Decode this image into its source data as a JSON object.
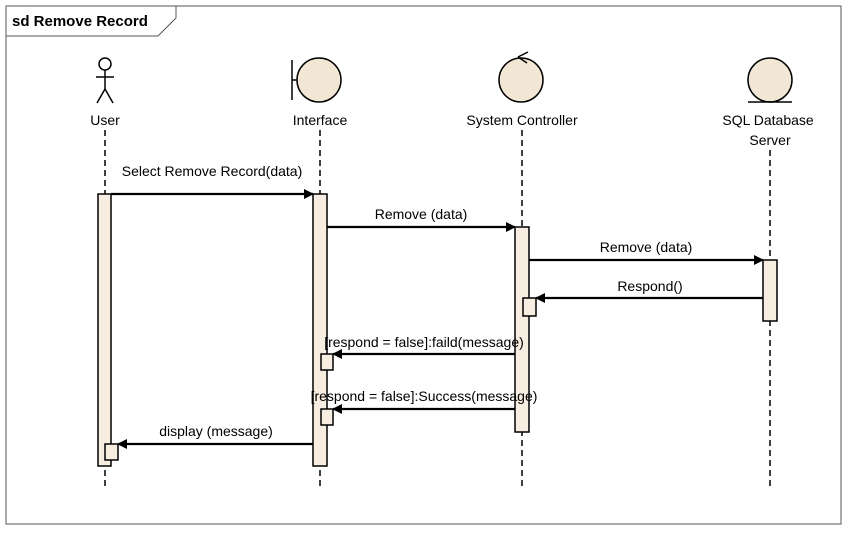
{
  "frame": {
    "title": "sd Remove Record"
  },
  "participants": [
    {
      "id": "user",
      "type": "actor",
      "label": "User"
    },
    {
      "id": "interface",
      "type": "boundary",
      "label": "Interface"
    },
    {
      "id": "controller",
      "type": "control",
      "label": "System Controller"
    },
    {
      "id": "db",
      "type": "entity",
      "label": "SQL Database\nServer"
    }
  ],
  "messages": [
    {
      "from": "user",
      "to": "interface",
      "label": "Select Remove Record(data)"
    },
    {
      "from": "interface",
      "to": "controller",
      "label": "Remove (data)"
    },
    {
      "from": "controller",
      "to": "db",
      "label": "Remove (data)"
    },
    {
      "from": "db",
      "to": "controller",
      "label": "Respond()"
    },
    {
      "from": "controller",
      "to": "interface",
      "label": "[respond = false]:faild(message)"
    },
    {
      "from": "controller",
      "to": "interface",
      "label": "[respond = false]:Success(message)"
    },
    {
      "from": "interface",
      "to": "user",
      "label": "display (message)"
    }
  ],
  "colors": {
    "fill": "#f2e6d4",
    "activation": "#f7ede0",
    "line": "#000000"
  }
}
